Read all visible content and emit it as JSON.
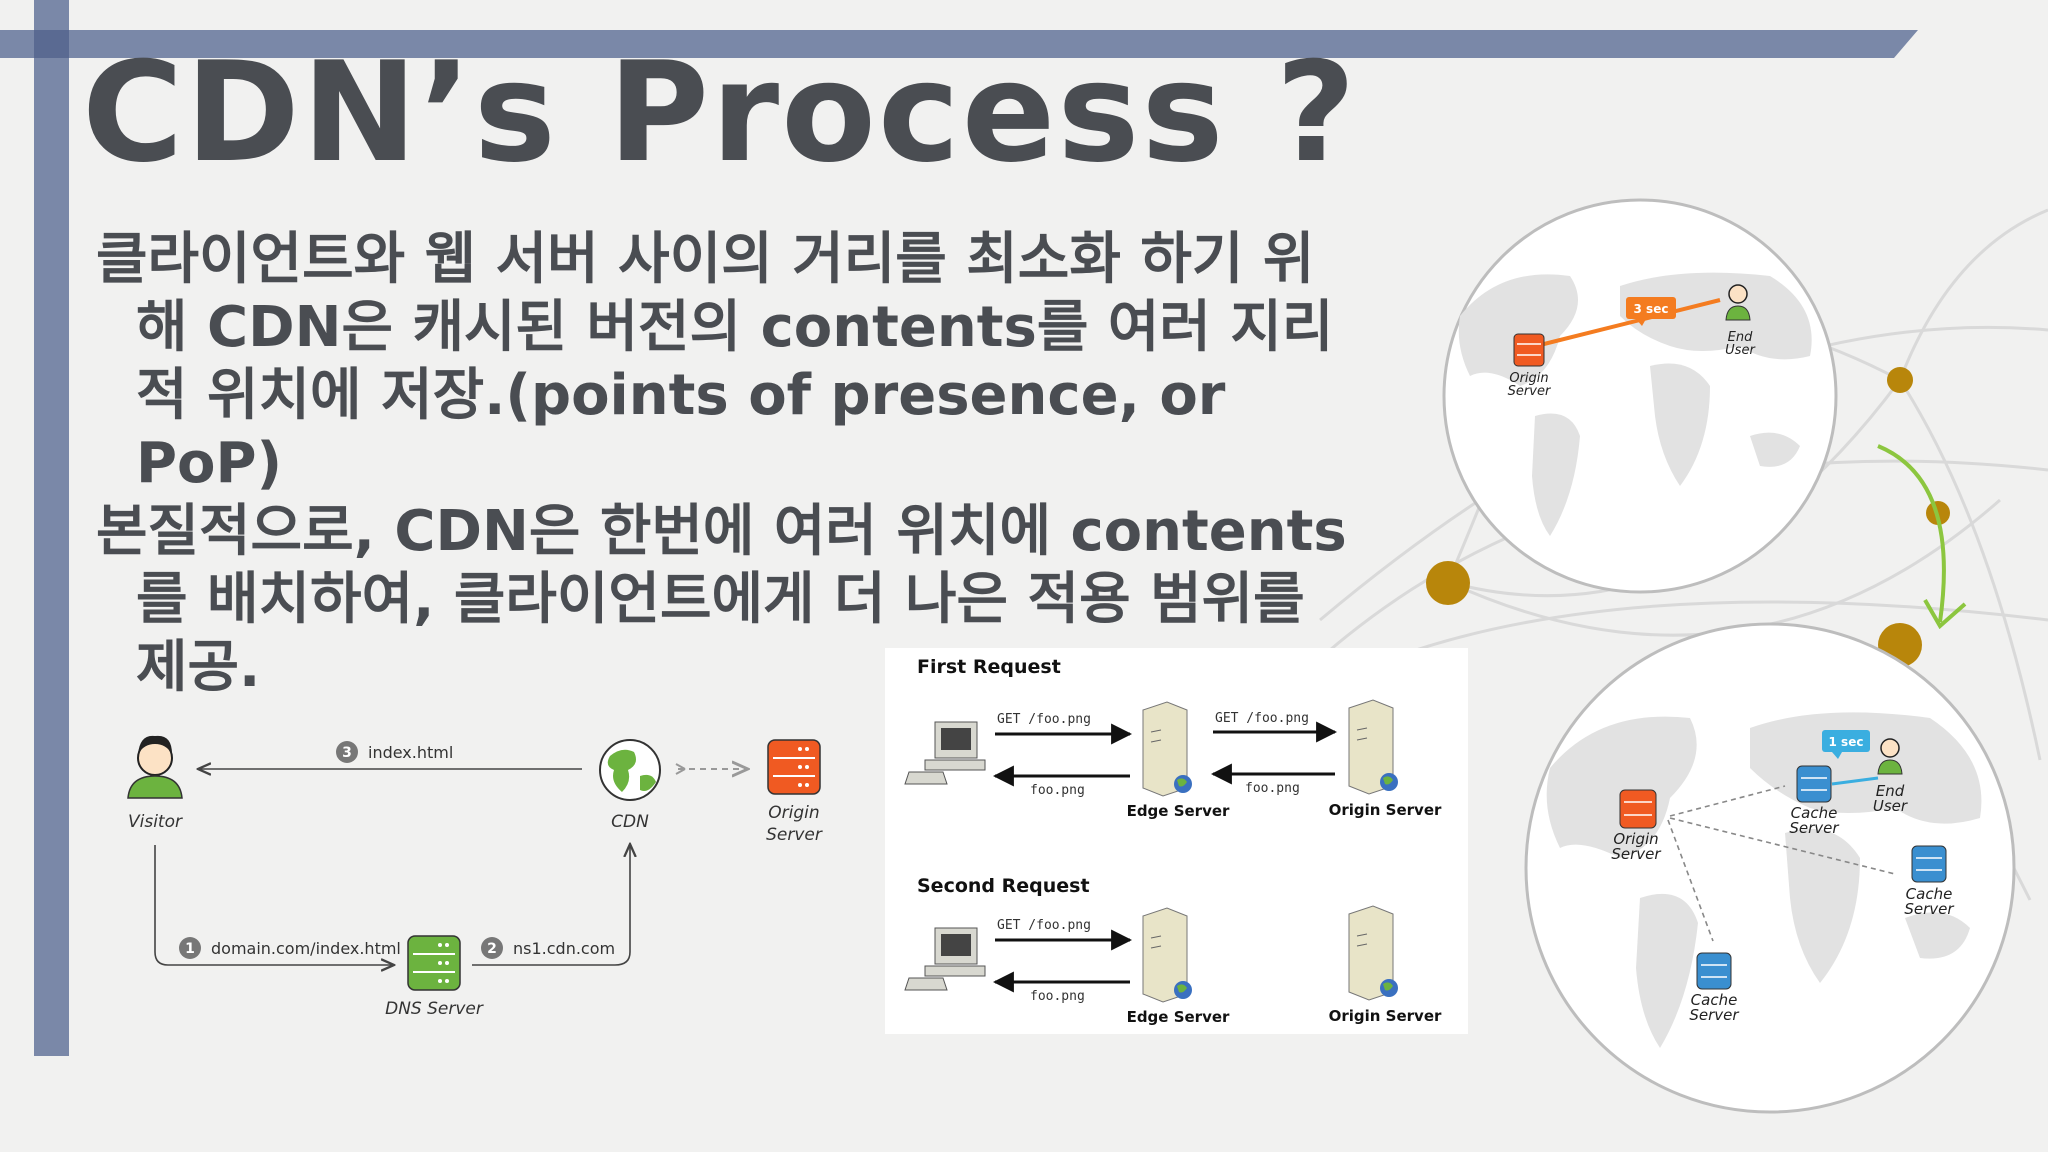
{
  "slide": {
    "title": "CDN’s Process ?",
    "bullets": [
      "클라이언트와 웹 서버 사이의 거리를 최소화 하기 위해 CDN은 캐시된 버전의 contents를 여러 지리적 위치에 저장.(points of presence, or PoP)",
      "본질적으로, CDN은 한번에 여러 위치에 contents를 배치하여, 클라이언트에게 더 나은 적용 범위를 제공."
    ]
  },
  "flow_diagram": {
    "visitor": "Visitor",
    "cdn": "CDN",
    "origin_line1": "Origin",
    "origin_line2": "Server",
    "dns": "DNS Server",
    "steps": [
      {
        "num": "1",
        "label": "domain.com/index.html"
      },
      {
        "num": "2",
        "label": "ns1.cdn.com"
      },
      {
        "num": "3",
        "label": "index.html"
      }
    ]
  },
  "request_diagram": {
    "first_title": "First Request",
    "second_title": "Second Request",
    "get_label": "GET /foo.png",
    "resp_label": "foo.png",
    "edge_server": "Edge Server",
    "origin_server": "Origin Server"
  },
  "map_top": {
    "latency": "3 sec",
    "origin_line1": "Origin",
    "origin_line2": "Server",
    "user_line1": "End",
    "user_line2": "User"
  },
  "map_bottom": {
    "latency": "1 sec",
    "origin_line1": "Origin",
    "origin_line2": "Server",
    "user_line1": "End",
    "user_line2": "User",
    "cache_line1": "Cache",
    "cache_line2": "Server"
  },
  "colors": {
    "accent_bar": "#7a88a8",
    "title_text": "#4a4d52",
    "origin_orange": "#f05a22",
    "dns_green": "#6cb33f",
    "cache_blue": "#3a8fd0",
    "gold_dot": "#b8860b"
  }
}
